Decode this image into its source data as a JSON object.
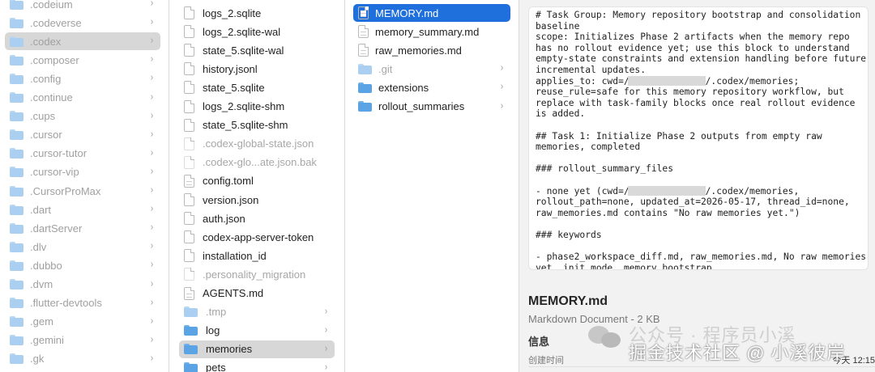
{
  "column1": {
    "items": [
      {
        "label": ".codeium",
        "selected": false
      },
      {
        "label": ".codeverse",
        "selected": false
      },
      {
        "label": ".codex",
        "selected": true
      },
      {
        "label": ".composer",
        "selected": false
      },
      {
        "label": ".config",
        "selected": false
      },
      {
        "label": ".continue",
        "selected": false
      },
      {
        "label": ".cups",
        "selected": false
      },
      {
        "label": ".cursor",
        "selected": false
      },
      {
        "label": ".cursor-tutor",
        "selected": false
      },
      {
        "label": ".cursor-vip",
        "selected": false
      },
      {
        "label": ".CursorProMax",
        "selected": false
      },
      {
        "label": ".dart",
        "selected": false
      },
      {
        "label": ".dartServer",
        "selected": false
      },
      {
        "label": ".dlv",
        "selected": false
      },
      {
        "label": ".dubbo",
        "selected": false
      },
      {
        "label": ".dvm",
        "selected": false
      },
      {
        "label": ".flutter-devtools",
        "selected": false
      },
      {
        "label": ".gem",
        "selected": false
      },
      {
        "label": ".gemini",
        "selected": false
      },
      {
        "label": ".gk",
        "selected": false
      }
    ]
  },
  "column2": {
    "items": [
      {
        "label": "logs_2.sqlite",
        "kind": "file"
      },
      {
        "label": "logs_2.sqlite-wal",
        "kind": "file"
      },
      {
        "label": "state_5.sqlite-wal",
        "kind": "file"
      },
      {
        "label": "history.jsonl",
        "kind": "file"
      },
      {
        "label": "state_5.sqlite",
        "kind": "file"
      },
      {
        "label": "logs_2.sqlite-shm",
        "kind": "file"
      },
      {
        "label": "state_5.sqlite-shm",
        "kind": "file"
      },
      {
        "label": ".codex-global-state.json",
        "kind": "file-dim"
      },
      {
        "label": ".codex-glo...ate.json.bak",
        "kind": "file-dim"
      },
      {
        "label": "config.toml",
        "kind": "file-lines"
      },
      {
        "label": "version.json",
        "kind": "file"
      },
      {
        "label": "auth.json",
        "kind": "file"
      },
      {
        "label": "codex-app-server-token",
        "kind": "file"
      },
      {
        "label": "installation_id",
        "kind": "file"
      },
      {
        "label": ".personality_migration",
        "kind": "file-dim"
      },
      {
        "label": "AGENTS.md",
        "kind": "file-lines"
      },
      {
        "label": ".tmp",
        "kind": "folder-dim"
      },
      {
        "label": "log",
        "kind": "folder"
      },
      {
        "label": "memories",
        "kind": "folder-selected"
      },
      {
        "label": "pets",
        "kind": "folder"
      }
    ]
  },
  "column3": {
    "items": [
      {
        "label": "MEMORY.md",
        "kind": "file-lines-selected"
      },
      {
        "label": "memory_summary.md",
        "kind": "file-lines"
      },
      {
        "label": "raw_memories.md",
        "kind": "file-lines"
      },
      {
        "label": ".git",
        "kind": "folder-dim"
      },
      {
        "label": "extensions",
        "kind": "folder"
      },
      {
        "label": "rollout_summaries",
        "kind": "folder"
      }
    ]
  },
  "preview": {
    "lines_a": "# Task Group: Memory repository bootstrap and consolidation baseline\nscope: Initializes Phase 2 artifacts when the memory repo has no rollout evidence yet; use this block to understand empty-state constraints and extension handling before future incremental updates.\napplies_to: cwd=/",
    "lines_a_tail": "/.codex/memories;",
    "lines_b": "reuse_rule=safe for this memory repository workflow, but replace with task-family blocks once real rollout evidence is added.\n\n## Task 1: Initialize Phase 2 outputs from empty raw memories, completed\n\n### rollout_summary_files\n\n- none yet (cwd=/",
    "lines_b_tail": "/.codex/memories,",
    "lines_c": "rollout_path=none, updated_at=2026-05-17, thread_id=none, raw_memories.md contains \"No raw memories yet.\")\n\n### keywords\n\n- phase2_workspace_diff.md, raw_memories.md, No raw memories yet, init mode, memory bootstrap"
  },
  "info": {
    "name": "MEMORY.md",
    "kind": "Markdown Document - 2 KB",
    "section": "信息",
    "created_label": "创建时间",
    "created_value": "今天 12:15"
  },
  "watermark": {
    "line1": "公众号 · 程序员小溪",
    "line2": "掘金技术社区 @ 小溪彼岸"
  },
  "colors": {
    "selection_blue": "#1f6fdc",
    "selection_gray": "#d7d7d7",
    "folder": "#5aa4e6"
  }
}
